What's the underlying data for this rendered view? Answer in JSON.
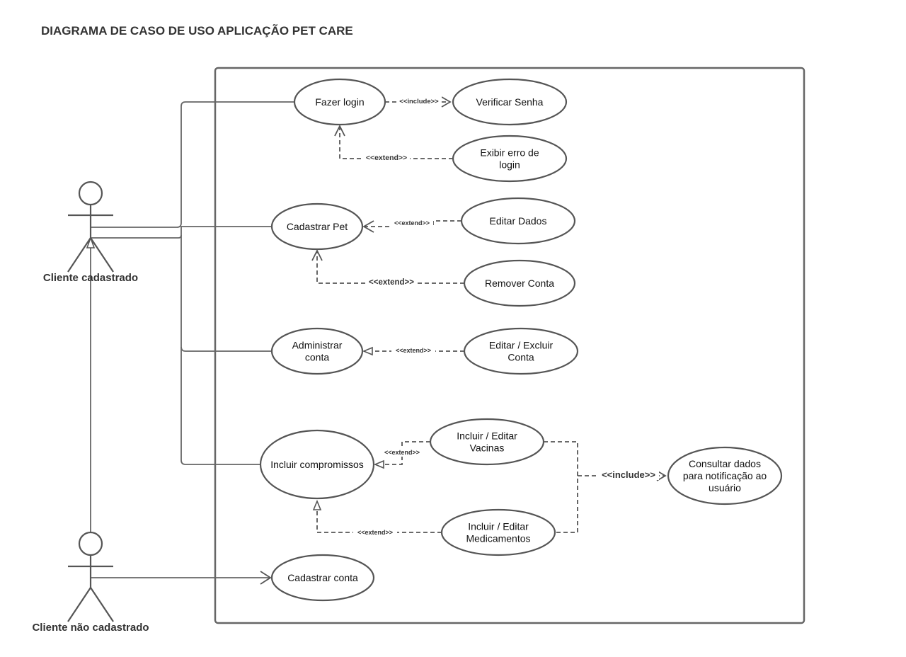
{
  "title": "DIAGRAMA DE CASO DE USO APLICAÇÃO PET CARE",
  "colors": {
    "stroke": "#555555",
    "text": "#333333",
    "background": "#ffffff"
  },
  "actors": {
    "registered": {
      "label": "Cliente cadastrado"
    },
    "unregistered": {
      "label": "Cliente não cadastrado"
    }
  },
  "use_cases": {
    "fazer_login": {
      "lines": [
        "Fazer login"
      ]
    },
    "verificar_senha": {
      "lines": [
        "Verificar Senha"
      ]
    },
    "exibir_erro": {
      "lines": [
        "Exibir erro de",
        "login"
      ]
    },
    "cadastrar_pet": {
      "lines": [
        "Cadastrar Pet"
      ]
    },
    "editar_dados": {
      "lines": [
        "Editar Dados"
      ]
    },
    "remover_conta": {
      "lines": [
        "Remover Conta"
      ]
    },
    "administrar_conta": {
      "lines": [
        "Administrar",
        "conta"
      ]
    },
    "editar_excluir_conta": {
      "lines": [
        "Editar / Excluir",
        "Conta"
      ]
    },
    "incluir_compromissos": {
      "lines": [
        "Incluir compromissos"
      ]
    },
    "incluir_vacinas": {
      "lines": [
        "Incluir / Editar",
        "Vacinas"
      ]
    },
    "incluir_medicamentos": {
      "lines": [
        "Incluir  / Editar",
        "Medicamentos"
      ]
    },
    "consultar_dados": {
      "lines": [
        "Consultar dados",
        "para notificação ao",
        "usuário"
      ]
    },
    "cadastrar_conta": {
      "lines": [
        "Cadastrar conta"
      ]
    }
  },
  "relations": {
    "include_login": "<<include>>",
    "extend_erro": "<<extend>>",
    "extend_editar_dados": "<<extend>>",
    "extend_remover": "<<extend>>",
    "extend_editar_excluir": "<<extend>>",
    "extend_vacinas": "<<extend>>",
    "extend_medicamentos": "<<extend>>",
    "include_consultar": "<<include>>"
  }
}
